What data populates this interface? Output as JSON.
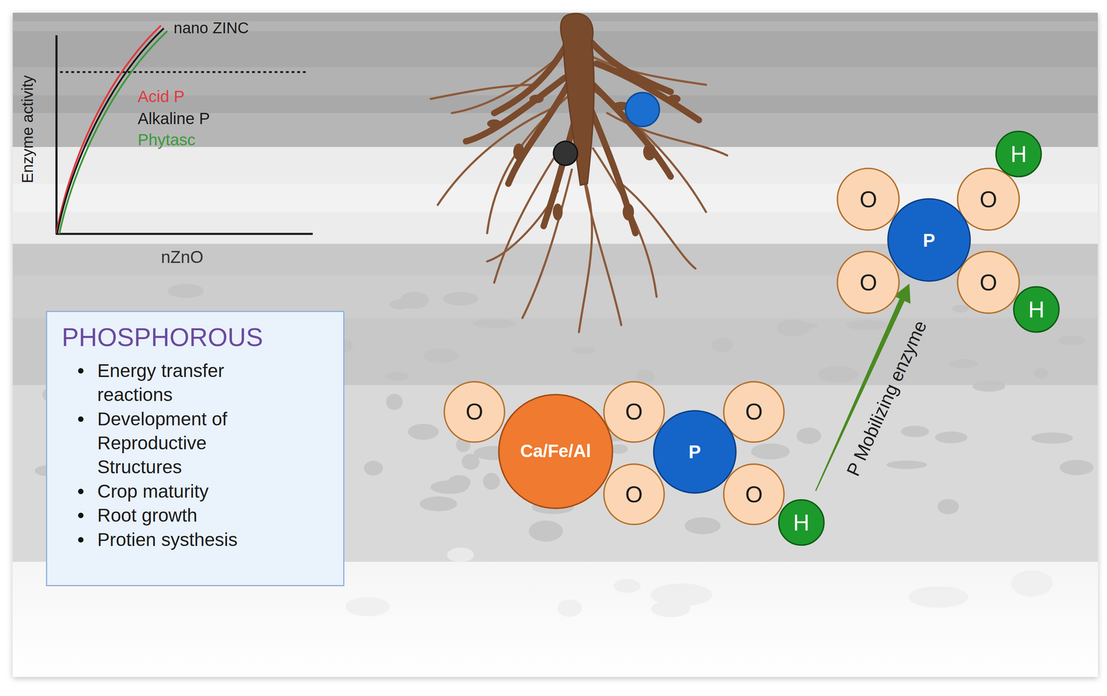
{
  "diagram": {
    "nodes": [
      {
        "text": [
          "PHOSPHOROUS",
          "Energy transfer reactions",
          "Development of Reproductive Structures",
          "Crop maturity",
          "Root growth",
          "Protien systhesis"
        ]
      },
      {
        "text": [
          "O"
        ]
      },
      {
        "text": [
          "H"
        ]
      },
      {
        "text": [
          "O"
        ]
      },
      {
        "text": [
          "P"
        ]
      },
      {
        "text": [
          "O"
        ]
      },
      {
        "text": [
          "O"
        ]
      },
      {
        "text": [
          "H"
        ]
      },
      {
        "text": [
          "O"
        ]
      },
      {
        "text": [
          "O"
        ]
      },
      {
        "text": [
          "O"
        ]
      },
      {
        "text": [
          "Ca/Fe/Al"
        ]
      },
      {
        "text": [
          "P"
        ]
      },
      {
        "text": [
          "O"
        ]
      },
      {
        "text": [
          "O"
        ]
      },
      {
        "text": [
          "H"
        ]
      }
    ],
    "edges": [
      {
        "from": 15,
        "to": 4,
        "arrow": "to",
        "label": "P Mobilizing enzyme"
      }
    ],
    "labels": [
      "nano ZINC",
      "Acid P",
      "Alkaline P",
      "Phytasc",
      "Enzyme activity",
      "nZnO"
    ]
  }
}
